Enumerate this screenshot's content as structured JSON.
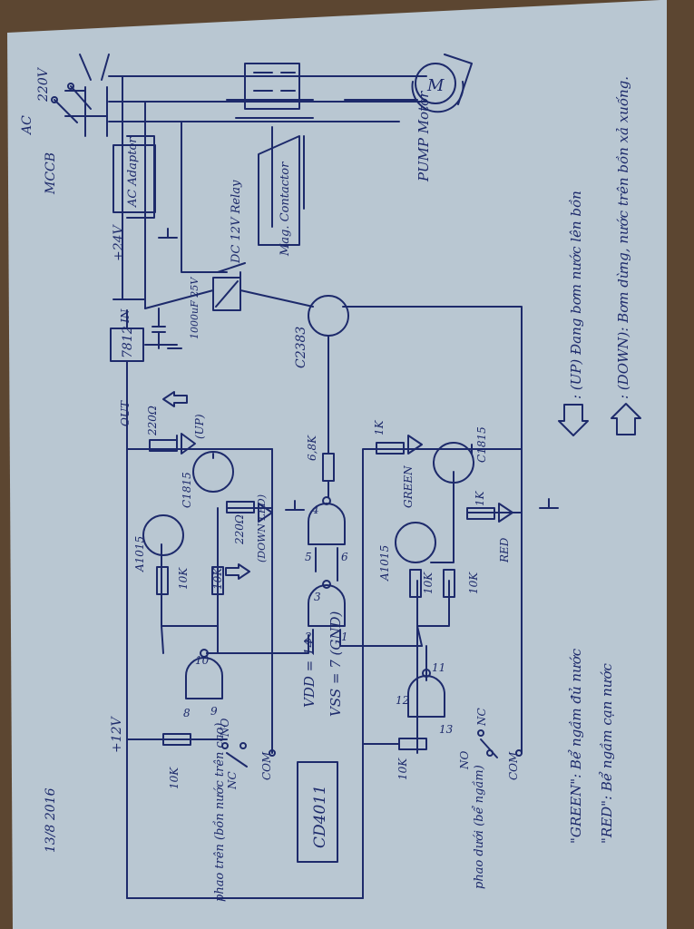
{
  "date": "13/8 2016",
  "power": {
    "ac": "AC",
    "mains": "220V",
    "breaker": "MCCB",
    "adaptor": "AC Adaptor",
    "rail_24v": "+24V",
    "rail_12v": "+12V",
    "regulator": "7812",
    "reg_in": "IN",
    "reg_out": "OUT",
    "cap": "1000uF 25V"
  },
  "load": {
    "relay": "DC 12V Relay",
    "contactor": "Mag. Contactor",
    "pump": "PUMP Motor",
    "motor_symbol": "M",
    "driver": "C2383"
  },
  "components": {
    "r_220_up": "220Ω",
    "up_led": "(UP)",
    "down_led": "(DOWN LED)",
    "r_220_down": "220Ω",
    "t_up": "C1815",
    "t_a1015_left": "A1015",
    "r10k_a": "10K",
    "r10k_b": "10K",
    "r_68k": "6,8K",
    "r_1k": "1K",
    "green": "GREEN",
    "t_green": "C1815",
    "t_a1015_right": "A1015",
    "r10k_c": "10K",
    "r10k_d": "10K",
    "r_1k_red": "1K",
    "red": "RED",
    "r10k_float_top": "10K",
    "r10k_float_bottom": "10K"
  },
  "ic": {
    "name": "CD4011",
    "vdd": "VDD = 14",
    "vss": "VSS = 7 (GND)",
    "pins": [
      "1",
      "2",
      "3",
      "4",
      "5",
      "6",
      "8",
      "9",
      "10",
      "11",
      "12",
      "13"
    ]
  },
  "switches": {
    "upper_float": "phao trên (bồn nước trên cao)",
    "lower_float": "phao dưới (bể ngầm)",
    "nc": "NC",
    "no": "NO",
    "com": "COM"
  },
  "legend": {
    "up": ": (UP) Đang bơm nước lên bồn",
    "down": ": (DOWN): Bơm dừng, nước trên bồn xả xuống.",
    "green": "\"GREEN\": Bể ngầm đủ nước",
    "red": "\"RED\": Bể ngầm cạn nước"
  }
}
